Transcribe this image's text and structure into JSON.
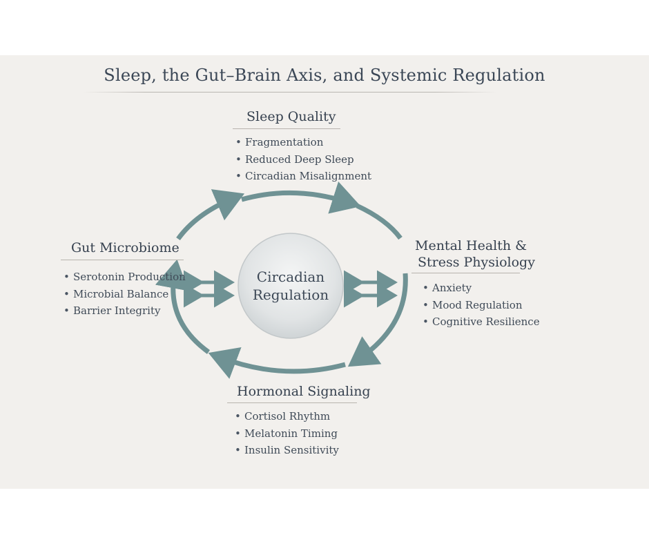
{
  "title": "Sleep, the Gut–Brain Axis, and Systemic Regulation",
  "center": {
    "line1": "Circadian",
    "line2": "Regulation"
  },
  "nodes": {
    "sleep_quality": {
      "heading": "Sleep Quality",
      "items": [
        "Fragmentation",
        "Reduced Deep Sleep",
        "Circadian Misalignment"
      ]
    },
    "gut_microbiome": {
      "heading": "Gut Microbiome",
      "items": [
        "Serotonin Production",
        "Microbial Balance",
        "Barrier Integrity"
      ]
    },
    "mental_health": {
      "heading_line1": "Mental Health &",
      "heading_line2": "Stress Physiology",
      "items": [
        "Anxiety",
        "Mood Regulation",
        "Cognitive Resilience"
      ]
    },
    "hormonal_signaling": {
      "heading": "Hormonal Signaling",
      "items": [
        "Cortisol Rhythm",
        "Melatonin Timing",
        "Insulin Sensitivity"
      ]
    }
  },
  "colors": {
    "arrow": "#6f9294",
    "panel": "#f2f0ed",
    "text": "#3a4654"
  }
}
